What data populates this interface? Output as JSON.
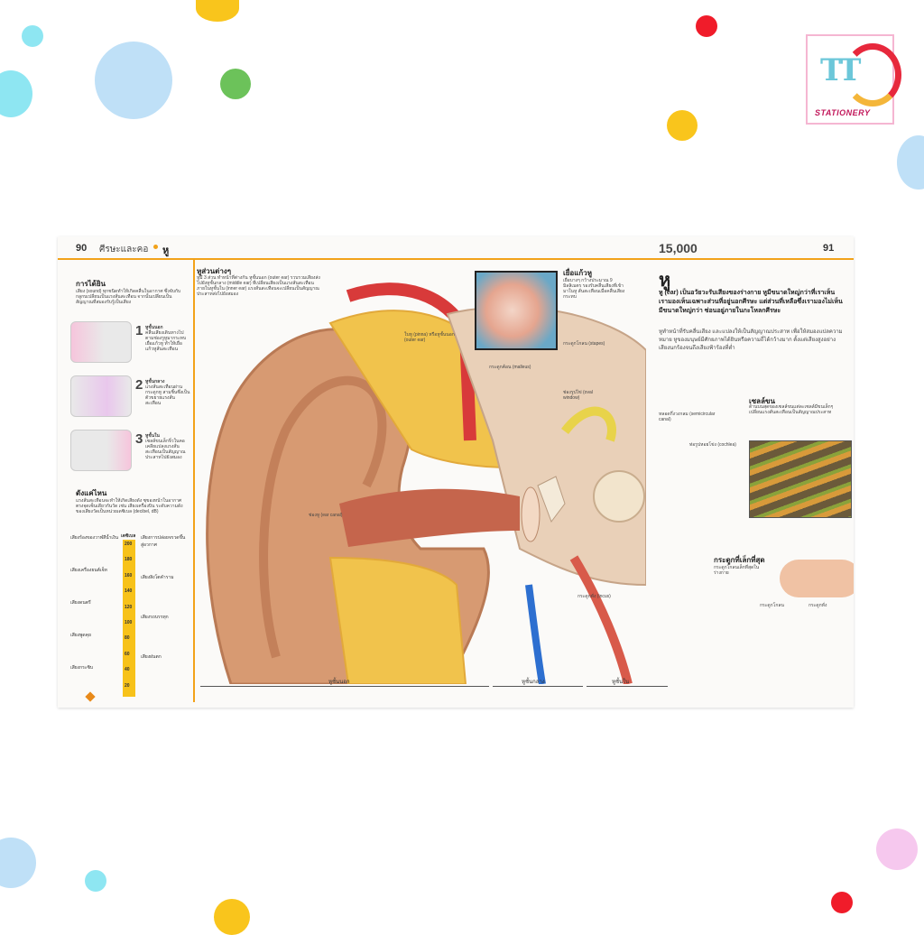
{
  "logo": {
    "mark": "TT",
    "brand": "STATIONERY"
  },
  "book": {
    "left_page_number": "90",
    "right_page_number": "91",
    "section": "ศีรษะและคอ",
    "topic": "หู",
    "header_stat": "15,000"
  },
  "hearing": {
    "title": "การได้ยิน",
    "intro": "เสียง (sound) ทุกชนิดทำให้เกิดคลื่นในอากาศ ซึ่งจับกับกลูกบเปลี่ยนเป็นแรงสั่นสะเทือน จากนั้นเปลี่ยนเป็นสัญญาณที่สมองรับรู้เป็นเสียง",
    "steps": [
      {
        "n": "1",
        "title": "หูชั้นนอก",
        "text": "คลื่นเสียงเดินทางไปตามช่องรูหูมากระทบเยื่อแก้วหู ทำให้เยื่อแก้วหูสั่นสะเทือน"
      },
      {
        "n": "2",
        "title": "หูชั้นกลาง",
        "text": "แรงสั่นสะเทือนผ่านกระดูกหู สามชิ้นซึ่งเป็นตัวขยายแรงสั่นสะเทือน"
      },
      {
        "n": "3",
        "title": "หูชั้นใน",
        "text": "เซลล์ขนเล็กจิ๋วในคอเคลียแปลงแรงสั่นสะเทือนเป็นสัญญาณประสาทไปยังสมอง"
      }
    ]
  },
  "loudness": {
    "title": "ดังแค่ไหน",
    "text": "แรงสั่นสะเทือนจะทำให้เกิดเสียงดัง ซุของหน้าในอากาศตรงจุดเซ็นเดียวกันวัด เช่น เสียงเครื่องบิน ระดับความดังของเสียงวัดเป็นหน่วยเดซิเบล (decibel, dB)",
    "unit": "เดซิเบล",
    "scale": [
      "200",
      "180",
      "160",
      "140",
      "120",
      "100",
      "80",
      "60",
      "40",
      "20"
    ],
    "left_examples": [
      "เสียงร้องของวาฬสีน้ำเงิน",
      "เสียงเครื่องยนต์เจ็ท",
      "เสียงดนตรี",
      "เสียงพูดคุย",
      "เสียงกระซิบ"
    ],
    "right_examples": [
      "เสียงการปล่อยจรวดขึ้นสู่อวกาศ",
      "เสียงสิงโตคำราม",
      "เสียงรถบรรทุก",
      "เสียงฝนตก"
    ]
  },
  "parts": {
    "title": "หูส่วนต่างๆ",
    "text": "หูมี 3 ส่วน ทำหน้าที่ต่างกัน หูชั้นนอก (outer ear) รวบรวมเสียงส่งไปยังหูชั้นกลาง (middle ear) ที่เปลี่ยนเสียงเป็นแรงสั่นสะเทือน ภายในหูชั้นใน (inner ear) แรงสั่นสะเทือนจะเปลี่ยนเป็นสัญญาณประสาทส่งไปยังสมอง"
  },
  "eardrum": {
    "title": "เยื่อแก้วหู",
    "text": "เยื่อบางๆ กว้างประมาณ 9 มิลลิเมตร รองรับคลื่นเสียงที่เข้ามาในหู สั่นสะเทือนเมื่อคลื่นเสียงกระทบ"
  },
  "main": {
    "heading": "หู",
    "lead": "หู (ear) เป็นอวัยวะรับเสียงของร่างกาย หูมีขนาดใหญ่กว่าที่เราเห็น เรามองเห็นเฉพาะส่วนที่อยู่นอกศีรษะ แต่ส่วนที่เหลือซึ่งเรามองไม่เห็นมีขนาดใหญ่กว่า ซ่อนอยู่ภายในกะโหลกศีรษะ",
    "body": "หูทำหน้าที่รับคลื่นเสียง และแปลงให้เป็นสัญญาณประสาท เพื่อให้สมองแปลความหมาย หูของมนุษย์มีศักยภาพได้ยินหรือความถี่ได้กว้างมาก ตั้งแต่เสียงสูงอย่างเสียงนกร้องจนถึงเสียงฟ้าร้องที่ต่ำ"
  },
  "labels": {
    "pinna": "ใบหู (pinna) หรือหูชั้นนอก (outer ear)",
    "ear_canal": "ช่องหู (ear canal)",
    "malleus": "กระดูกค้อน (malleus)",
    "stapes": "กระดูกโกลน (stapes)",
    "oval_window": "ช่องรูปไข่ (oval window)",
    "incus": "กระดูกทั่ง (incus)",
    "semicircular": "หลอดกึ่งวงกลม (semicircular canal)",
    "cochlea": "ท่อรูปหอยโข่ง (cochlea)",
    "hair_cells": "เซลล์ขน",
    "hair_cells_text": "ด้านบนสุดของเซลล์ขนแต่ละเซลล์มีขนเล็กๆ เปลี่ยนแรงสั่นสะเทือนเป็นสัญญาณประสาท",
    "smallest_bone_title": "กระดูกที่เล็กที่สุด",
    "smallest_bone_text": "กระดูกโกลนเล็กที่สุดในร่างกาย",
    "stapes_short": "กระดูกโกลน",
    "incus_short": "กระดูกทั่ง"
  },
  "ruler": {
    "outer": "หูชั้นนอก",
    "middle": "หูชั้นกลาง",
    "inner": "หูชั้นใน"
  }
}
